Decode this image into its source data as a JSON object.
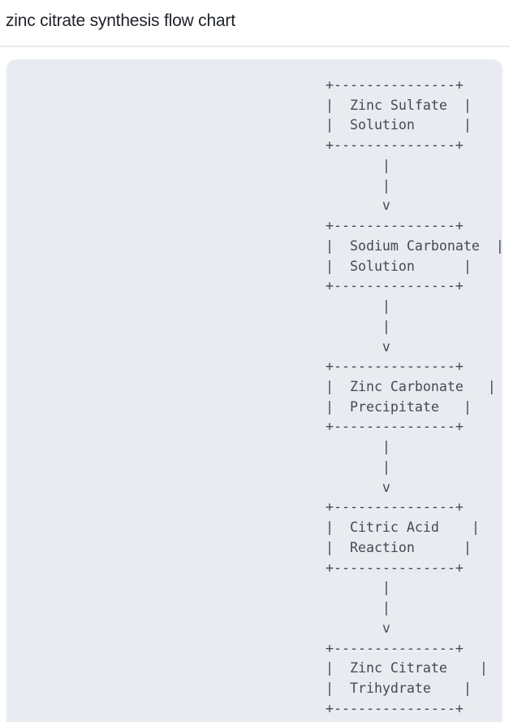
{
  "header": {
    "title": "zinc citrate synthesis flow chart"
  },
  "colors": {
    "page_bg": "#ffffff",
    "panel_bg": "#e8ebef",
    "divider": "#e7e9ec",
    "title_text": "#1f2328",
    "code_text": "#434a56"
  },
  "flowchart": {
    "kind": "ascii-flow-chart",
    "steps": [
      "Zinc Sulfate Solution",
      "Sodium Carbonate Solution",
      "Zinc Carbonate Precipitate",
      "Citric Acid Reaction",
      "Zinc Citrate Trihydrate"
    ],
    "ascii_lines": [
      "+---------------+",
      "|  Zinc Sulfate  |",
      "|  Solution      |",
      "+---------------+",
      "       |",
      "       |",
      "       v",
      "+---------------+",
      "|  Sodium Carbonate  |",
      "|  Solution      |",
      "+---------------+",
      "       |",
      "       |",
      "       v",
      "+---------------+",
      "|  Zinc Carbonate   |",
      "|  Precipitate   |",
      "+---------------+",
      "       |",
      "       |",
      "       v",
      "+---------------+",
      "|  Citric Acid    |",
      "|  Reaction      |",
      "+---------------+",
      "       |",
      "       |",
      "       v",
      "+---------------+",
      "|  Zinc Citrate    |",
      "|  Trihydrate    |",
      "+---------------+"
    ]
  }
}
